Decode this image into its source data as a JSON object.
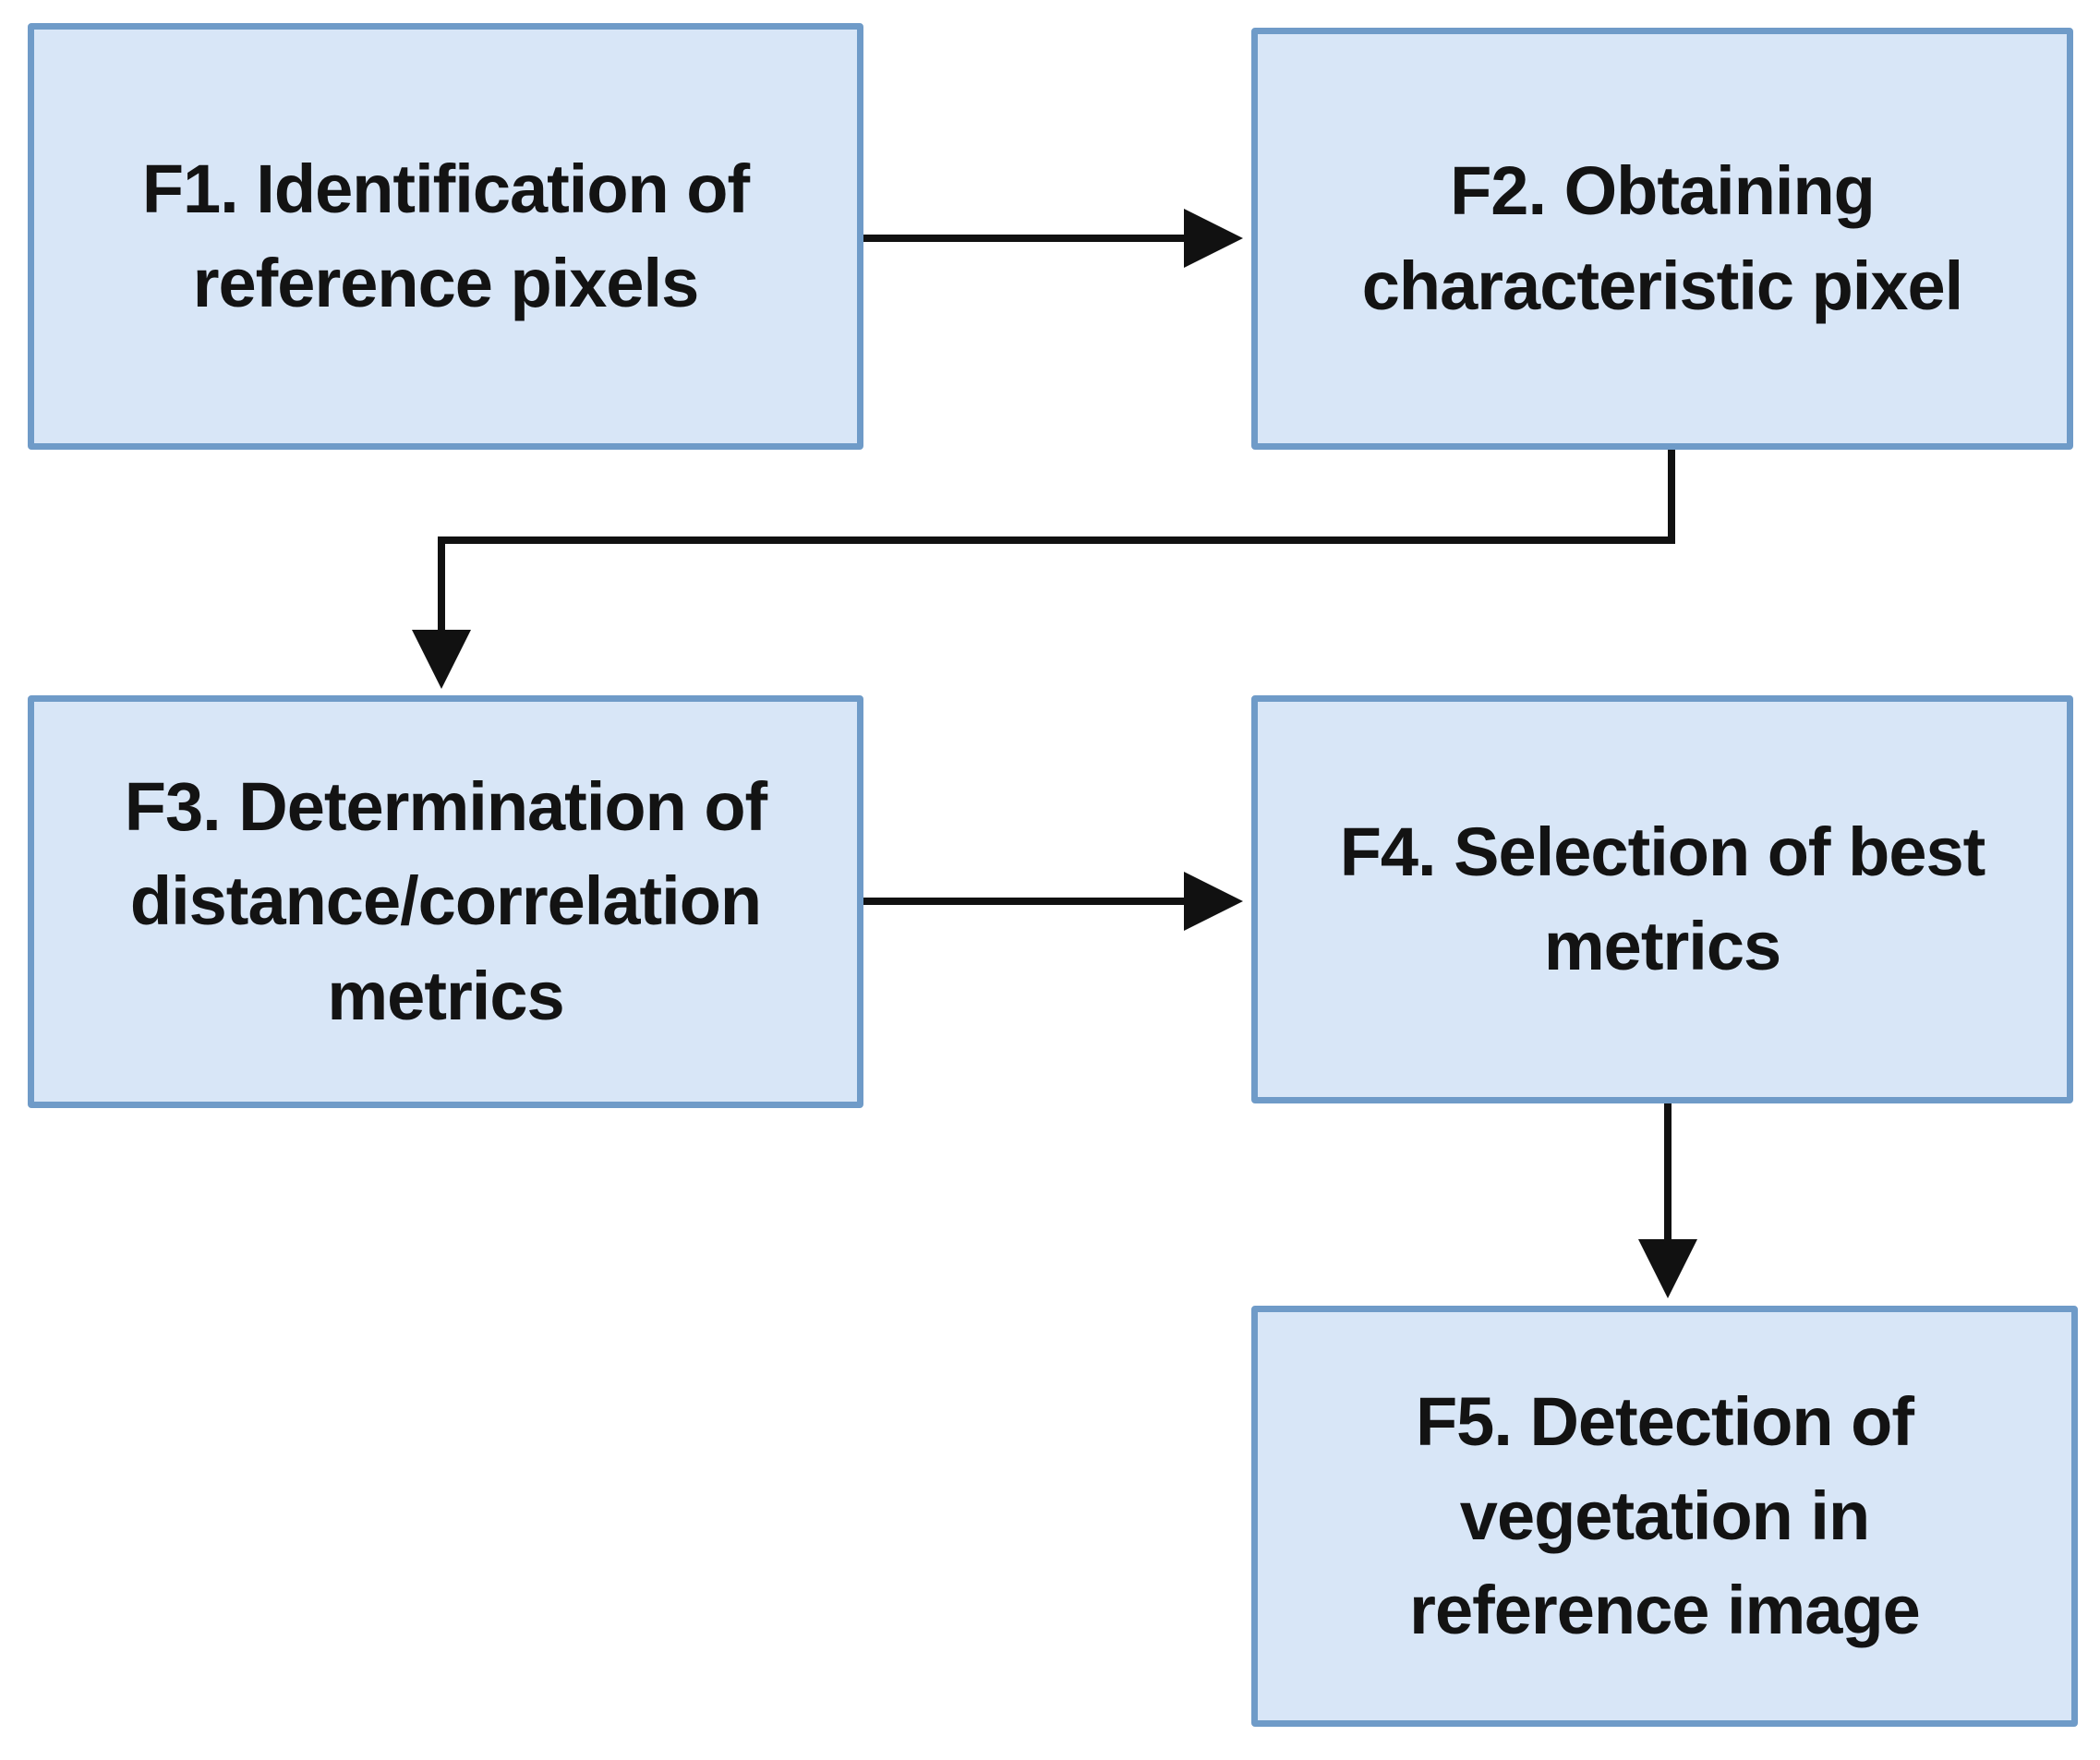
{
  "diagram": {
    "type": "flowchart",
    "nodes": [
      {
        "id": "F1",
        "label": "F1. Identification of\nreference pixels"
      },
      {
        "id": "F2",
        "label": "F2. Obtaining\ncharacteristic pixel"
      },
      {
        "id": "F3",
        "label": "F3. Determination of\ndistance/correlation\nmetrics"
      },
      {
        "id": "F4",
        "label": "F4. Selection of best\nmetrics"
      },
      {
        "id": "F5",
        "label": "F5. Detection of\nvegetation in\nreference image"
      }
    ],
    "edges": [
      {
        "from": "F1",
        "to": "F2",
        "style": "straight-right"
      },
      {
        "from": "F2",
        "to": "F3",
        "style": "elbow-down-left-down"
      },
      {
        "from": "F3",
        "to": "F4",
        "style": "straight-right"
      },
      {
        "from": "F4",
        "to": "F5",
        "style": "straight-down"
      }
    ],
    "colors": {
      "node_fill": "#d8e6f7",
      "node_border": "#6f9bc8",
      "arrow": "#111111",
      "text": "#131313",
      "background": "#ffffff"
    }
  }
}
